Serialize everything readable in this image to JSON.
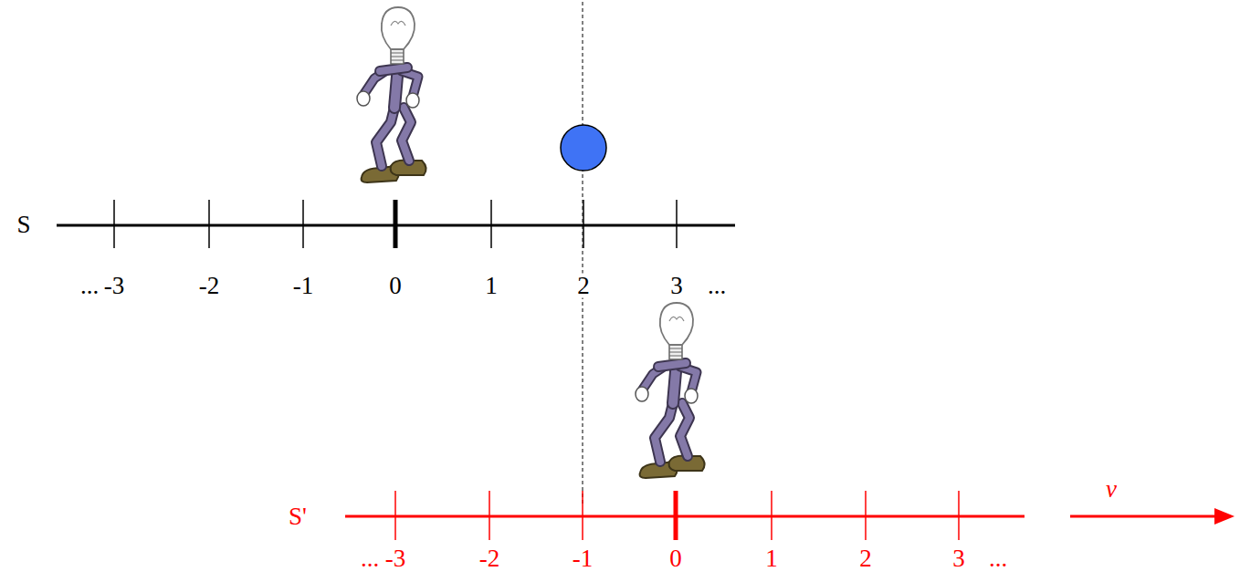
{
  "diagram": {
    "labels": [
      "S",
      "...",
      "-3",
      "-2",
      "-1",
      "0",
      "1",
      "2",
      "3",
      "...",
      "S'",
      "...",
      "-3",
      "-2",
      "-1",
      "0",
      "1",
      "2",
      "3",
      "...",
      "v"
    ]
  }
}
